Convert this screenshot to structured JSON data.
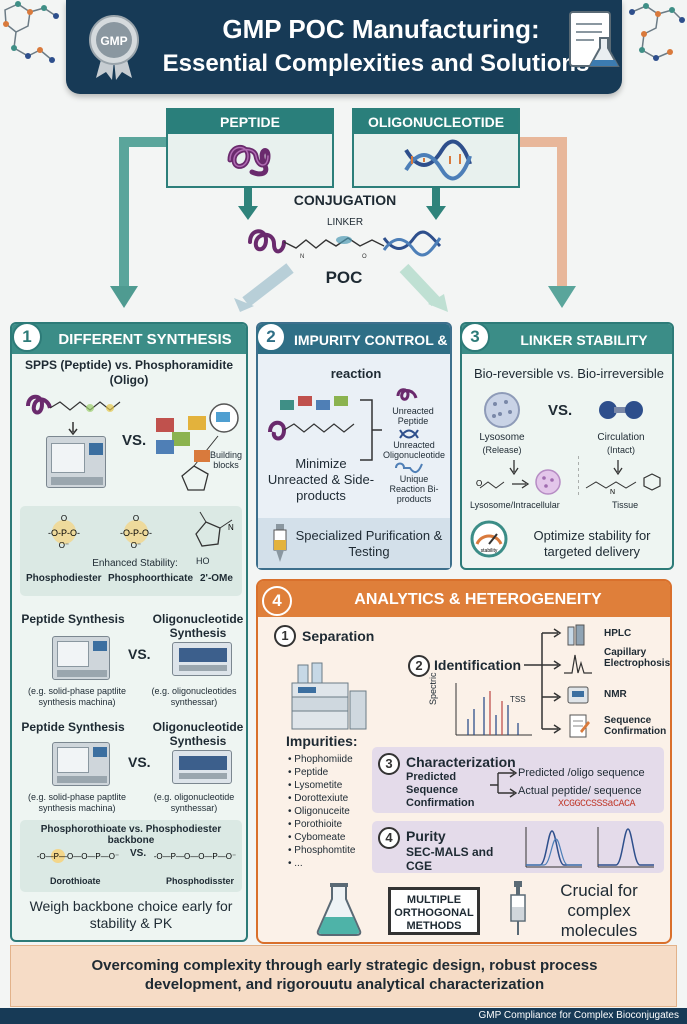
{
  "header": {
    "badge": "GMP",
    "title_line1": "GMP POC Manufacturing:",
    "title_line2": "Essential Complexities and Solutions"
  },
  "top": {
    "peptide": "PEPTIDE",
    "oligo": "OLIGONUCLEOTIDE",
    "conjugation": "CONJUGATION",
    "linker": "LINKER",
    "poc": "POC"
  },
  "s1": {
    "num": "1",
    "title": "DIFFERENT SYNTHESIS",
    "subtitle": "SPPS (Peptide) vs. Phosphoramidite (Oligo)",
    "vs": "VS.",
    "building_blocks": "Building blocks",
    "enhanced": "Enhanced Stability:",
    "phosphodiester": "Phosphodiester",
    "phosphorothicate": "Phosphoorthicate",
    "ome": "2'-OMe",
    "ho": "HO",
    "pep_synth1": "Peptide Synthesis",
    "oligo_synth1": "Oligonucleotide Synthesis",
    "pep_eg1": "(e.g. solid-phase paptlite synthesis machina)",
    "oligo_eg1": "(e.g. oligonucleotides synthessar)",
    "pep_synth2": "Peptide Synthesis",
    "oligo_synth2": "Oligonucleotide Synthesis",
    "pep_eg2": "(e.g. solid-phase paptlite synthesis machina)",
    "oligo_eg2": "(e.g. oligonucleotide synthessar)",
    "backbone_title": "Phosphorothioate vs. Phosphodiester backbone",
    "dorothioate": "Dorothioate",
    "phosphodisster": "Phosphodisster",
    "weigh": "Weigh backbone choice early for stability & PK"
  },
  "s2": {
    "num": "2",
    "title": "IMPURITY CONTROL &",
    "subtitle": "reaction",
    "minimize": "Minimize Unreacted & Side-products",
    "unreacted_peptide": "Unreacted Peptide",
    "unreacted_oligo": "Unreacted Oligonucleotide",
    "unique": "Unique Reaction Bi-products",
    "specialized": "Specialized Purification & Testing"
  },
  "s3": {
    "num": "3",
    "title": "LINKER STABILITY",
    "subtitle": "Bio-reversible vs. Bio-irreversible",
    "vs": "VS.",
    "lysosome": "Lysosome",
    "release": "(Release)",
    "circulation": "Circulation",
    "intact": "(Intact)",
    "lyso_intra": "Lysosome/Intracellular",
    "tissue": "Tissue",
    "gauge": "stability",
    "optimize": "Optimize stability for targeted delivery"
  },
  "s4": {
    "num": "4",
    "title": "ANALYTICS & HETEROGENEITY",
    "separation_num": "1",
    "separation": "Separation",
    "identification_num": "2",
    "identification": "Identification",
    "hplc": "HPLC",
    "ce": "Capillary Electrophosis",
    "nmr": "NMR",
    "seqconf": "Sequence Confirmation",
    "spectric": "Spectric",
    "tss": "TSS",
    "impurities_title": "Impurities:",
    "impurities": [
      "Phophomiide",
      "Peptide",
      "Lysometite",
      "Dorottexiute",
      "Oligonuceite",
      "Porothioite",
      "Cybomeate",
      "Phosphomtite",
      "..."
    ],
    "char_num": "3",
    "char": "Characterization",
    "predicted_seq": "Predicted Sequence Confirmation",
    "predicted_oligo": "Predicted /oligo sequence",
    "actual": "Actual peptide/ sequence",
    "seq_string": "XCGGCCSSSaCACA",
    "purity_num": "4",
    "purity": "Purity",
    "secmals": "SEC-MALS and CGE",
    "multiple": "MULTIPLE ORTHOGONAL METHODS",
    "crucial": "Crucial for complex molecules"
  },
  "footer": {
    "text": "Overcoming complexity through early strategic design, robust process development, and rigorouutu analytical characterization",
    "credit": "GMP Compliance for Complex Bioconjugates"
  },
  "colors": {
    "navy": "#173a56",
    "teal": "#2d7b78",
    "orange": "#df7f3a"
  }
}
